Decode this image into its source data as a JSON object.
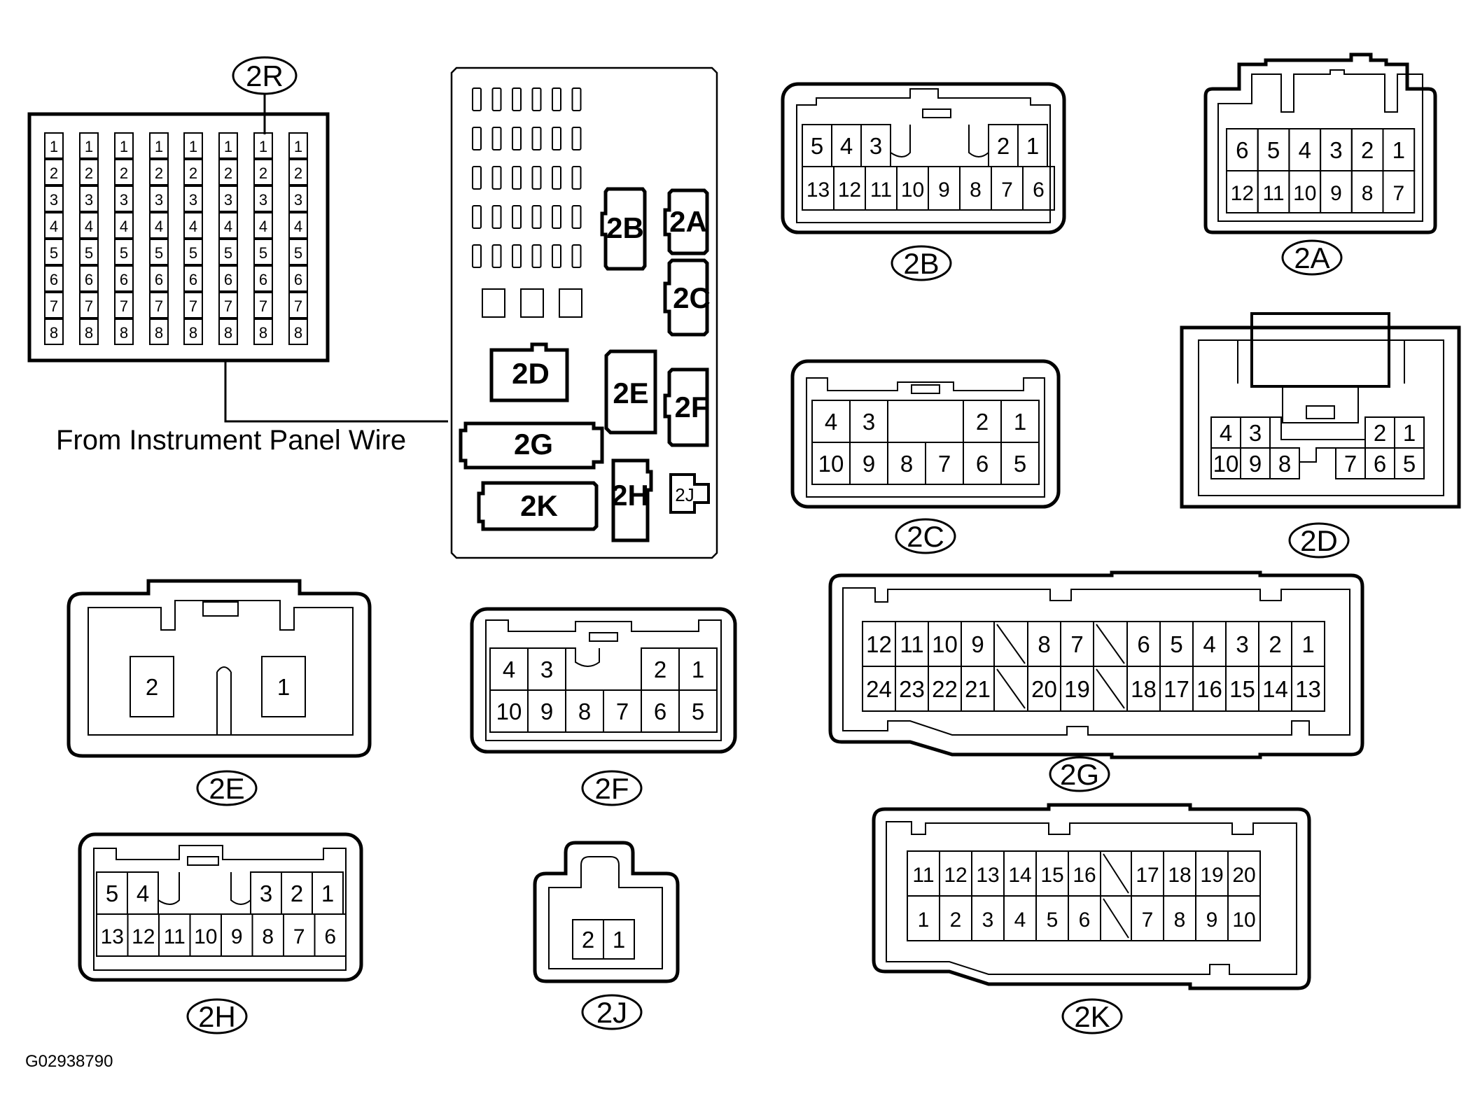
{
  "caption": "From Instrument Panel Wire",
  "figure_id": "G02938790",
  "junction_block_labels": [
    "2B",
    "2A",
    "2C",
    "2D",
    "2E",
    "2F",
    "2G",
    "2K",
    "2H",
    "2J"
  ],
  "connectors": {
    "2R": {
      "label": "2R",
      "pins": [
        "1",
        "2",
        "3",
        "4",
        "5",
        "6",
        "7",
        "8"
      ]
    },
    "2B": {
      "label": "2B",
      "row1": [
        "5",
        "4",
        "3",
        "2",
        "1"
      ],
      "row2": [
        "13",
        "12",
        "11",
        "10",
        "9",
        "8",
        "7",
        "6"
      ]
    },
    "2A": {
      "label": "2A",
      "row1": [
        "6",
        "5",
        "4",
        "3",
        "2",
        "1"
      ],
      "row2": [
        "12",
        "11",
        "10",
        "9",
        "8",
        "7"
      ]
    },
    "2C": {
      "label": "2C",
      "row1": [
        "4",
        "3",
        "2",
        "1"
      ],
      "row2": [
        "10",
        "9",
        "8",
        "7",
        "6",
        "5"
      ]
    },
    "2D": {
      "label": "2D",
      "row1": [
        "4",
        "3",
        "2",
        "1"
      ],
      "row2": [
        "10",
        "9",
        "8",
        "7",
        "6",
        "5"
      ]
    },
    "2E": {
      "label": "2E",
      "pins": [
        "2",
        "1"
      ]
    },
    "2F": {
      "label": "2F",
      "row1": [
        "4",
        "3",
        "2",
        "1"
      ],
      "row2": [
        "10",
        "9",
        "8",
        "7",
        "6",
        "5"
      ]
    },
    "2G": {
      "label": "2G",
      "row1": [
        "12",
        "11",
        "10",
        "9",
        "8",
        "7",
        "6",
        "5",
        "4",
        "3",
        "2",
        "1"
      ],
      "row2": [
        "24",
        "23",
        "22",
        "21",
        "20",
        "19",
        "18",
        "17",
        "16",
        "15",
        "14",
        "13"
      ]
    },
    "2H": {
      "label": "2H",
      "row1": [
        "5",
        "4",
        "3",
        "2",
        "1"
      ],
      "row2": [
        "13",
        "12",
        "11",
        "10",
        "9",
        "8",
        "7",
        "6"
      ]
    },
    "2J": {
      "label": "2J",
      "pins": [
        "2",
        "1"
      ]
    },
    "2K": {
      "label": "2K",
      "row1": [
        "11",
        "12",
        "13",
        "14",
        "15",
        "16",
        "17",
        "18",
        "19",
        "20"
      ],
      "row2": [
        "1",
        "2",
        "3",
        "4",
        "5",
        "6",
        "7",
        "8",
        "9",
        "10"
      ]
    }
  }
}
